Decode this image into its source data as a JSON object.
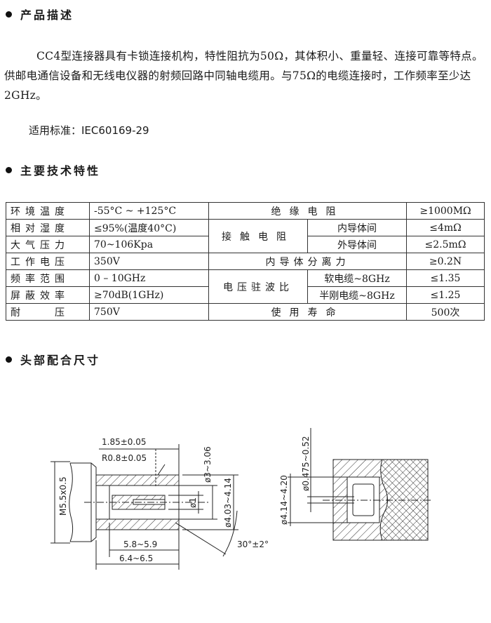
{
  "sections": {
    "description_title": "产品描述",
    "specs_title": "主要技术特性",
    "dimensions_title": "头部配合尺寸"
  },
  "description": {
    "paragraph": "CC4型连接器具有卡锁连接机构，特性阻抗为50Ω，其体积小、重量轻、连接可靠等特点。供邮电通信设备和无线电仪器的射频回路中同轴电缆用。与75Ω的电缆连接时，工作频率至少达2GHz。",
    "standard": "适用标准：IEC60169-29"
  },
  "specs": {
    "rows": [
      {
        "label": "环境温度",
        "value": "-55°C  ~ +125°C"
      },
      {
        "label": "相对湿度",
        "value": "≤95%(温度40°C)"
      },
      {
        "label": "大气压力",
        "value": "70~106Kpa"
      },
      {
        "label": "工作电压",
        "value": "350V"
      },
      {
        "label": "频率范围",
        "value": "0 – 10GHz"
      },
      {
        "label": "屏蔽效率",
        "value": "≥70dB(1GHz)"
      },
      {
        "label": "耐　　压",
        "value": "750V"
      }
    ],
    "insulation": {
      "label": "绝缘电阻",
      "value": "≥1000MΩ"
    },
    "contact": {
      "label": "接触电阻",
      "inner": "内导体间",
      "inner_value": "≤4mΩ",
      "outer": "外导体间",
      "outer_value": "≤2.5mΩ"
    },
    "separation": {
      "label": "内导体分离力",
      "value": "≥0.2N"
    },
    "vswr": {
      "label": "电压驻波比",
      "soft": "软电缆~8GHz",
      "soft_value": "≤1.35",
      "semi": "半刚电缆~8GHz",
      "semi_value": "≤1.25"
    },
    "life": {
      "label": "使用寿命",
      "value": "500次"
    }
  },
  "drawing": {
    "left": {
      "d1": "1.85±0.05",
      "d2": "R0.8±0.05",
      "d3": "ø3~3.06",
      "d4": "ø1",
      "d5": "ø4.03~4.14",
      "d6": "M5.5x0.5",
      "d7": "5.8~5.9",
      "d8": "6.4~6.5",
      "d9": "30°±2°"
    },
    "right": {
      "d1": "ø0.475~0.52",
      "d2": "ø4.14~4.20"
    }
  }
}
